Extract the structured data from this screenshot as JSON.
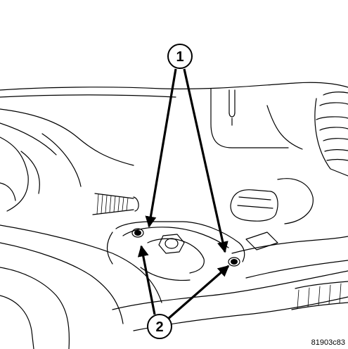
{
  "figure": {
    "reference_code": "81903c83"
  },
  "callouts": [
    {
      "number": "1"
    },
    {
      "number": "2"
    }
  ]
}
